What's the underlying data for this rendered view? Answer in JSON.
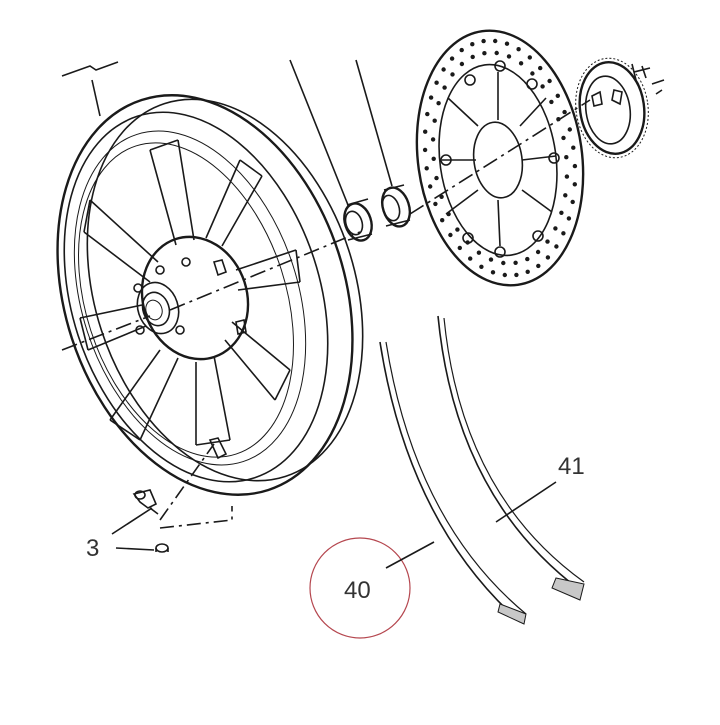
{
  "callouts": {
    "part_3": "3",
    "part_40": "40",
    "part_41": "41"
  },
  "colors": {
    "line": "#1a1a1a",
    "label": "#333333",
    "highlight_ring": "#b5474f",
    "strip_fill": "#c8c8c8"
  },
  "highlighted_callout": "40"
}
